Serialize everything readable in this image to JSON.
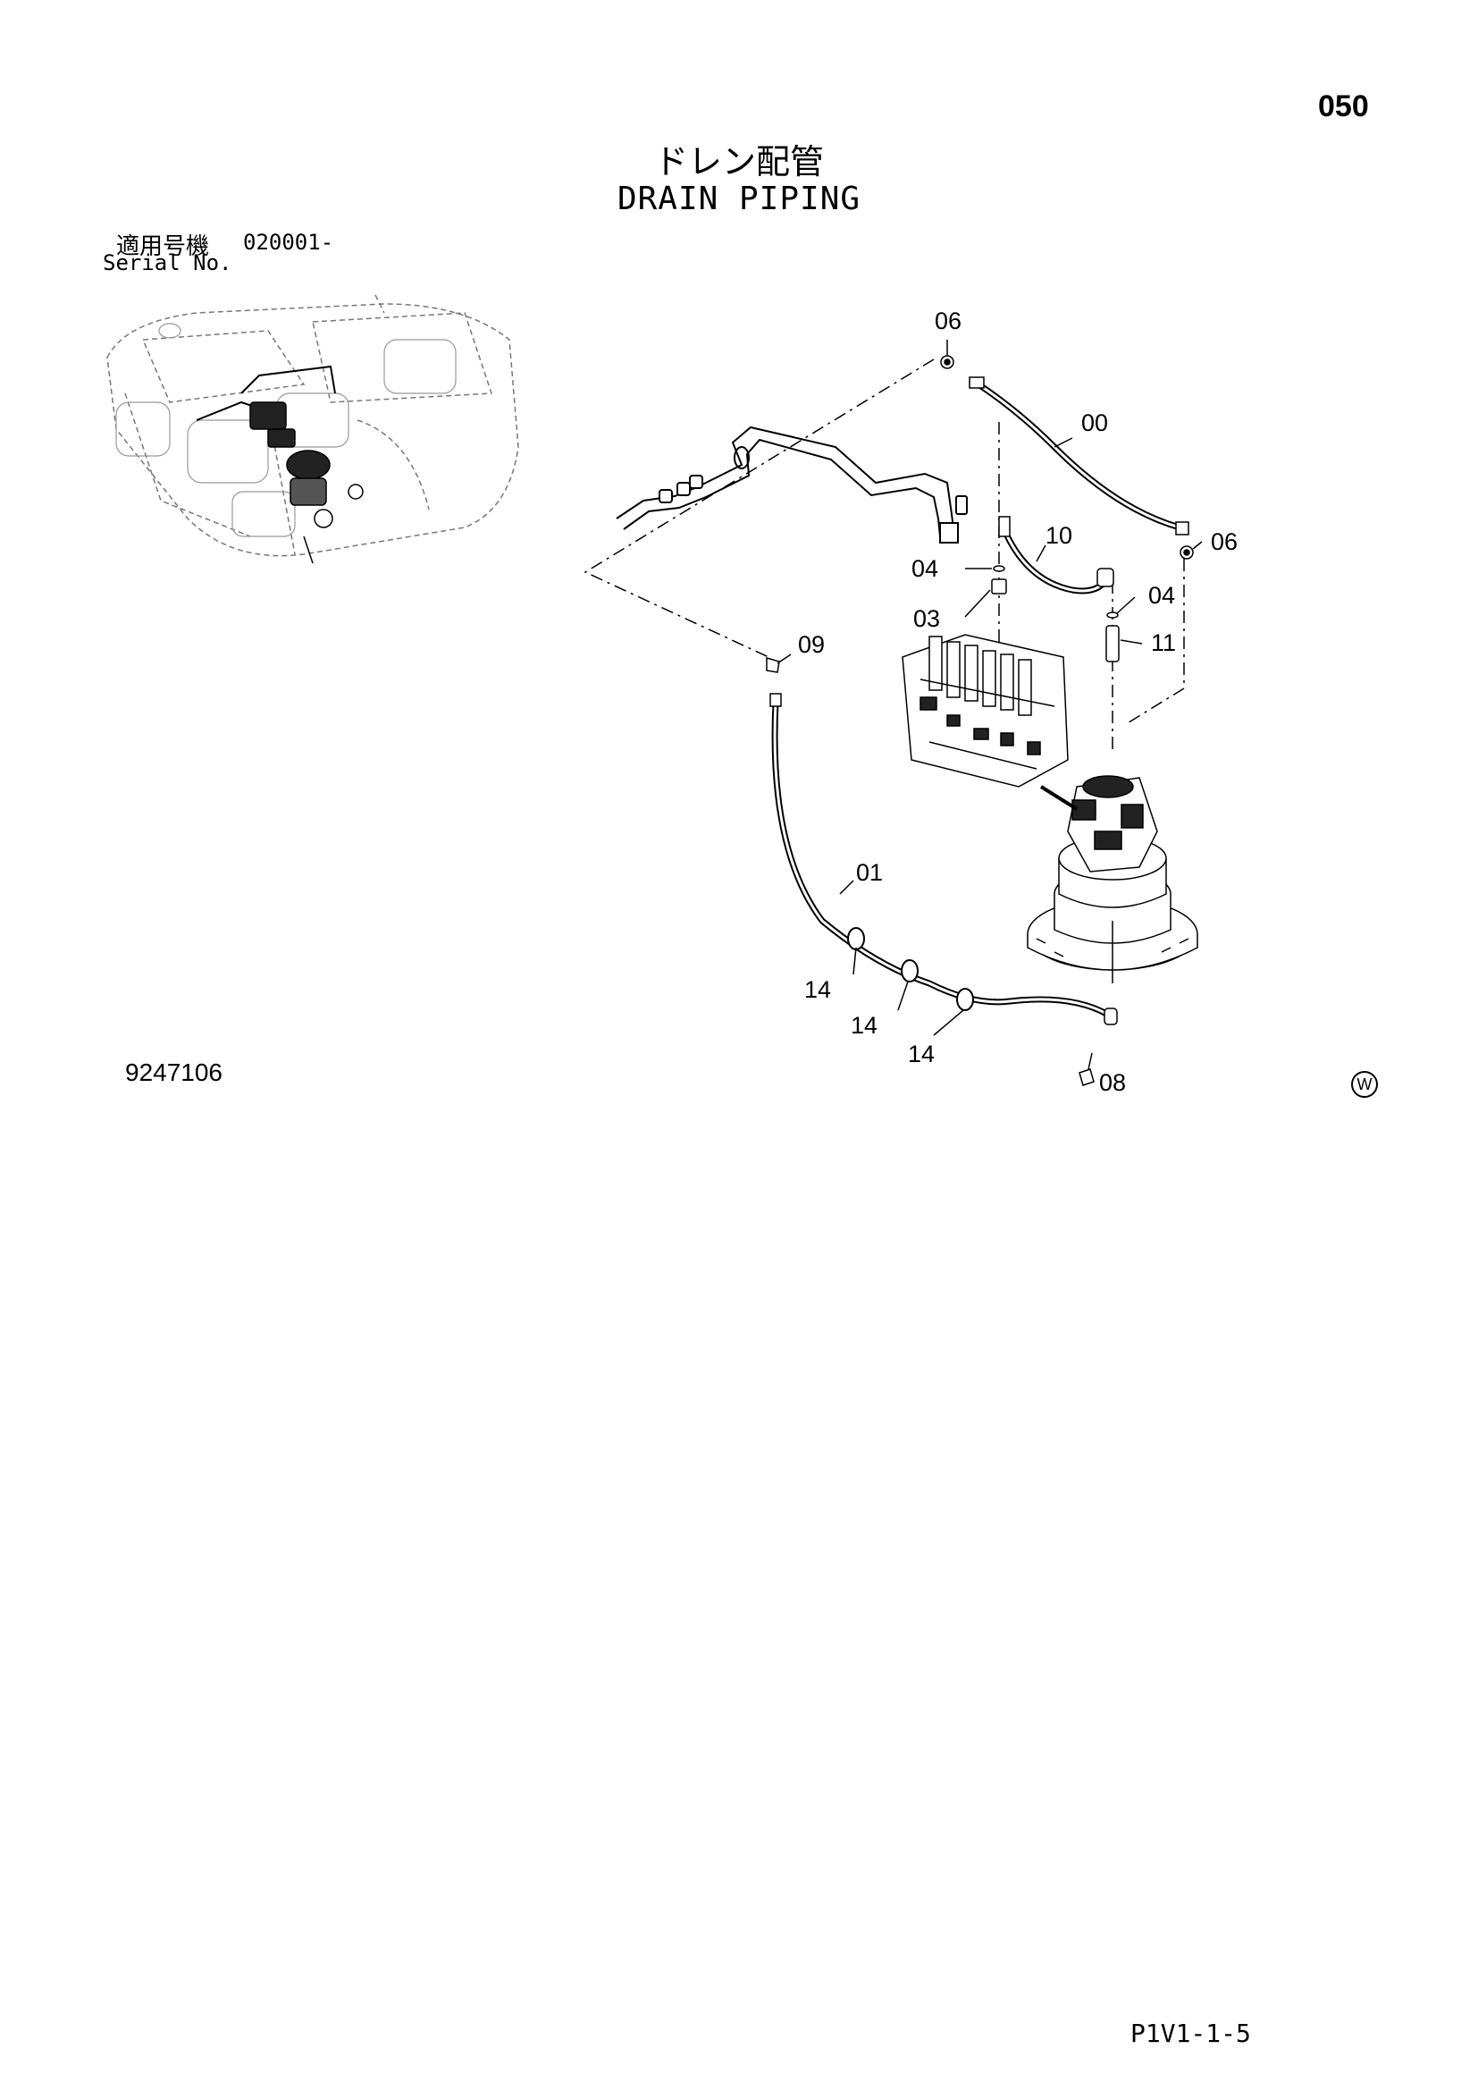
{
  "page_number": "050",
  "title": {
    "japanese": "ドレン配管",
    "english": "DRAIN PIPING"
  },
  "serial": {
    "label_japanese": "適用号機",
    "range": "020001-",
    "label_english": "Serial No."
  },
  "figure_number": "9247106",
  "w_mark": "W",
  "page_code": "P1V1-1-5",
  "callouts": {
    "c06_top": "06",
    "c00": "00",
    "c06_right": "06",
    "c10": "10",
    "c04_left": "04",
    "c03": "03",
    "c04_right": "04",
    "c11": "11",
    "c09": "09",
    "c01": "01",
    "c14_a": "14",
    "c14_b": "14",
    "c14_c": "14",
    "c08": "08"
  }
}
